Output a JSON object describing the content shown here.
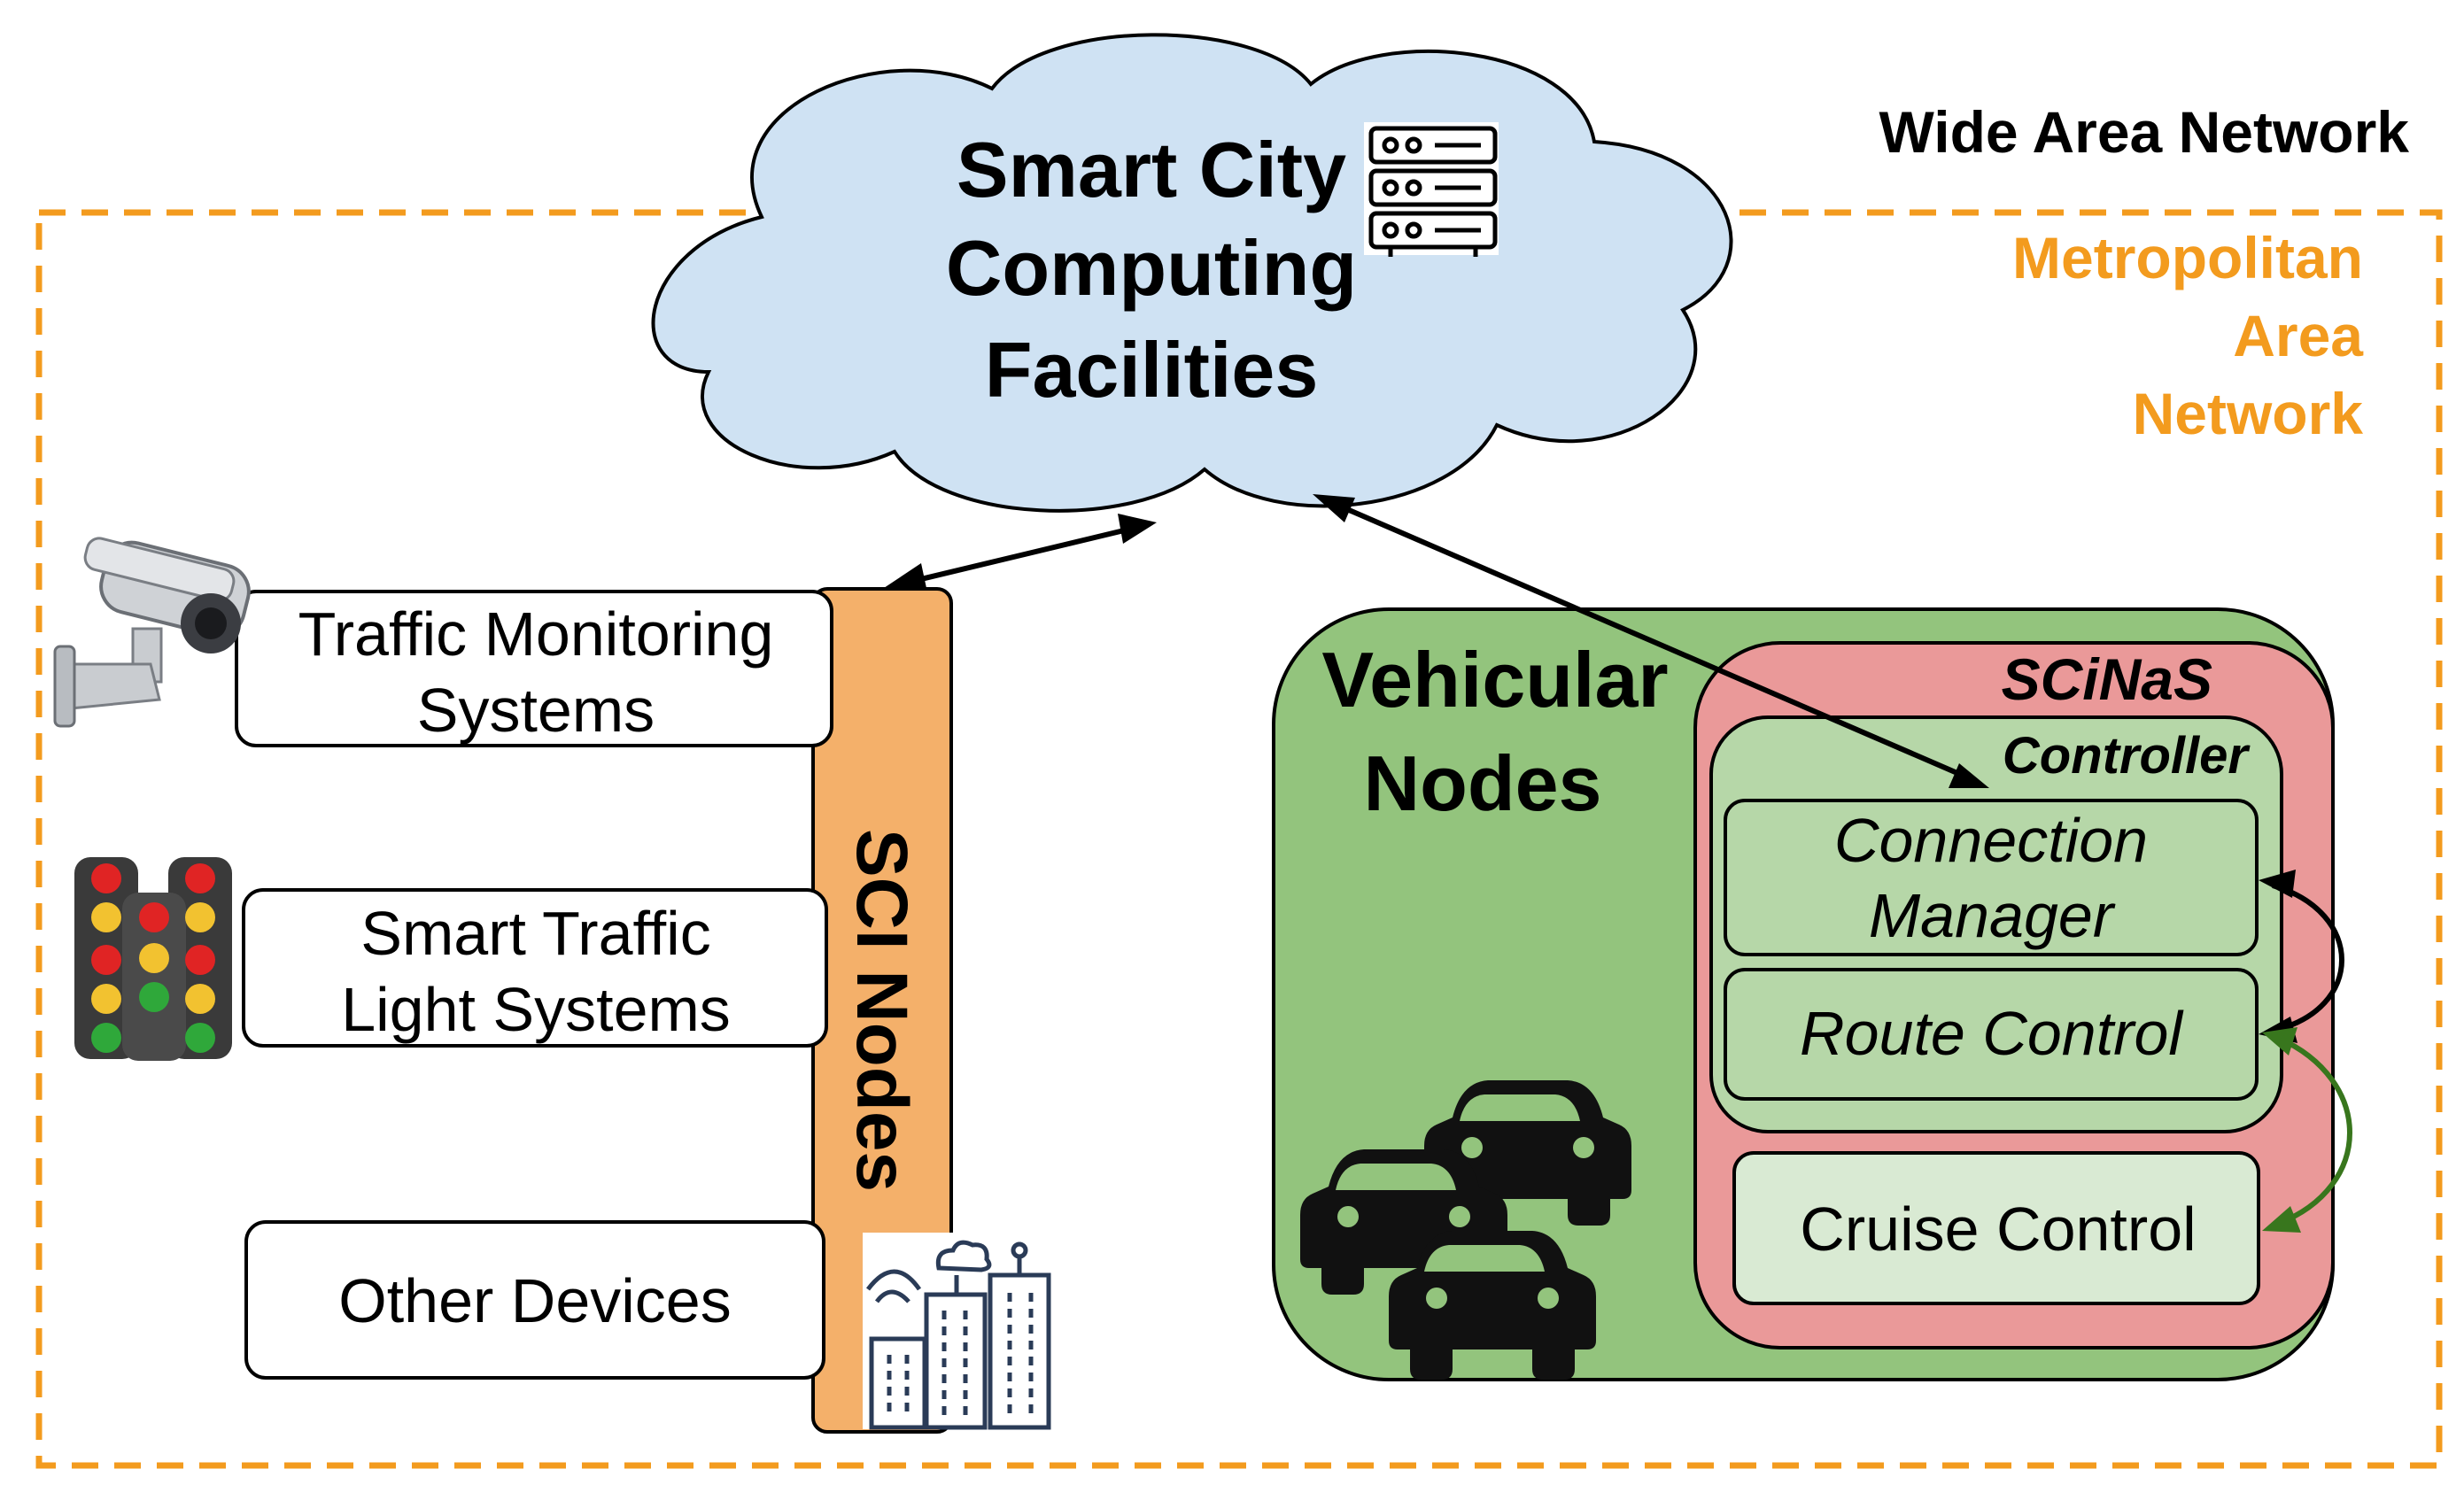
{
  "labels": {
    "wan": "Wide Area Network",
    "man_line1": "Metropolitan",
    "man_line2": "Area",
    "man_line3": "Network",
    "cloud_line1": "Smart City",
    "cloud_line2": "Computing",
    "cloud_line3": "Facilities",
    "sci_nodes": "SCI Nodes",
    "tms_line1": "Traffic Monitoring",
    "tms_line2": "Systems",
    "stl_line1": "Smart Traffic",
    "stl_line2": "Light Systems",
    "other": "Other Devices",
    "vehicular_line1": "Vehicular",
    "vehicular_line2": "Nodes",
    "scinas": "SCiNaS",
    "controller": "Controller",
    "conn_line1": "Connection",
    "conn_line2": "Manager",
    "route": "Route Control",
    "cruise": "Cruise Control"
  },
  "colors": {
    "orange": "#f39b1e",
    "cloud_fill": "#cfe2f3",
    "sci_fill": "#f4b06a",
    "green_outer": "#93c47d",
    "pink": "#ea9999",
    "green_light": "#b6d7a8",
    "green_pale": "#d9ead3",
    "dark_green": "#38761d"
  },
  "icons": [
    "server-rack-icon",
    "security-camera-icon",
    "traffic-light-icon",
    "smart-city-buildings-icon",
    "cars-icon"
  ]
}
